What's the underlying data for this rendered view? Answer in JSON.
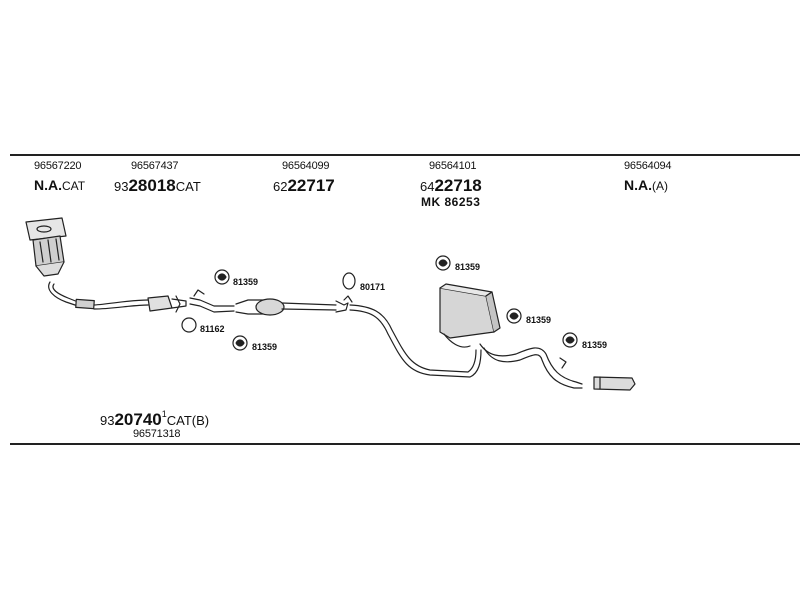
{
  "parts": {
    "p1_number": "96567220",
    "p1_code_bold": "N.A.",
    "p1_code_suffix": "CAT",
    "p2_number": "96567437",
    "p2_code_prefix": "93",
    "p2_code_bold": "28018",
    "p2_code_suffix": "CAT",
    "p3_number": "96564099",
    "p3_code_prefix": "62",
    "p3_code_bold": "22717",
    "p4_number": "96564101",
    "p4_code_prefix": "64",
    "p4_code_bold": "22718",
    "p4_mk": "MK 86253",
    "p5_number": "96564094",
    "p5_code_bold": "N.A.",
    "p5_code_suffix": "(A)",
    "bottom_code_prefix": "93",
    "bottom_code_bold": "20740",
    "bottom_code_sup": "1",
    "bottom_code_suffix": "CAT(B)",
    "bottom_number": "96571318"
  },
  "fittings": {
    "f1": "81359",
    "f2": "81162",
    "f3": "81359",
    "f4": "80171",
    "f5": "81359",
    "f6": "81359",
    "f7": "81359"
  }
}
